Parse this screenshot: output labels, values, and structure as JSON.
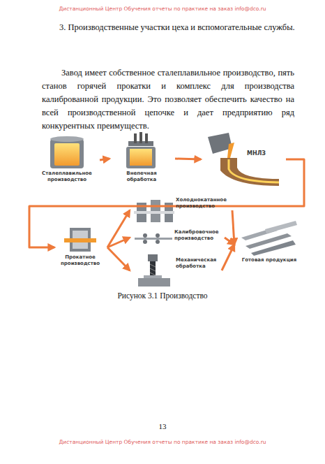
{
  "diagram": {
    "title": "3. Производственные участки цеха и вспомогательные службы.",
    "caption": "Рисунок 3.1 Производство",
    "nodes": [
      {
        "text": [
          "Сталеплавильное производство"
        ]
      },
      {
        "text": [
          "Внепечная обработка"
        ]
      },
      {
        "text": [
          "МНЛЗ"
        ]
      },
      {
        "text": [
          "Прокатное производство"
        ]
      },
      {
        "text": [
          "Холоднокатанное производство"
        ]
      },
      {
        "text": [
          "Калибровочное производство"
        ]
      },
      {
        "text": [
          "Механическая обработка"
        ]
      },
      {
        "text": [
          "Готовая продукция"
        ]
      }
    ],
    "edges": [
      {
        "from": 0,
        "to": 1,
        "arrow": "to"
      },
      {
        "from": 1,
        "to": 2,
        "arrow": "to"
      },
      {
        "from": 2,
        "to": 3,
        "arrow": "to"
      },
      {
        "from": 3,
        "to": 4,
        "arrow": "to"
      },
      {
        "from": 3,
        "to": 5,
        "arrow": "to"
      },
      {
        "from": 3,
        "to": 6,
        "arrow": "to"
      },
      {
        "from": 4,
        "to": 7,
        "arrow": "to"
      },
      {
        "from": 5,
        "to": 7,
        "arrow": "to"
      },
      {
        "from": 6,
        "to": 7,
        "arrow": "to"
      }
    ],
    "labels": [
      "Дистанционный Центр Обучения отчеты по практике на заказ info@dco.ru",
      "Завод имеет собственное сталеплавильное производство, пять станов горячей прокатки и комплекс для производства калиброванной продукции. Это позволяет обеспечить качество на всей производственной цепочке и дает предприятию ряд конкурентных преимуществ.",
      "13",
      "Дистанционный Центр Обучения отчеты по практике на заказ info@dco.ru"
    ]
  }
}
